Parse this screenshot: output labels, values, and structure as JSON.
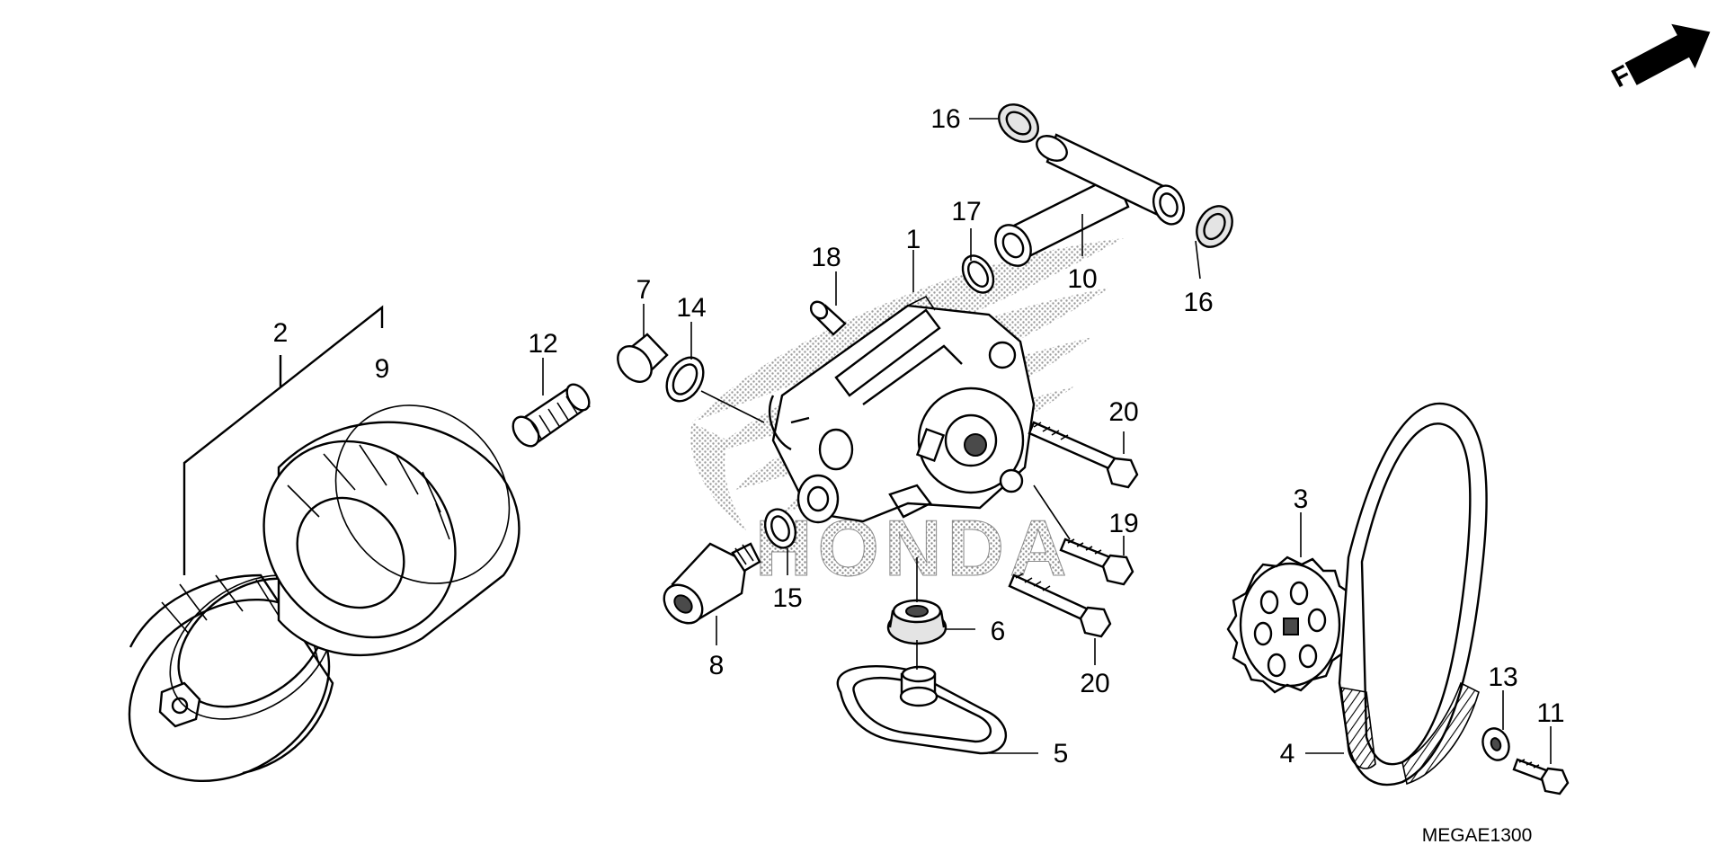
{
  "diagram": {
    "watermark_text": "HONDA",
    "orientation_marker": "FR.",
    "diagram_code": "MEGAE1300",
    "part_labels": {
      "p1": "1",
      "p2": "2",
      "p3": "3",
      "p4": "4",
      "p5": "5",
      "p6": "6",
      "p7": "7",
      "p8": "8",
      "p9": "9",
      "p10": "10",
      "p11": "11",
      "p12": "12",
      "p13": "13",
      "p14": "14",
      "p15": "15",
      "p16a": "16",
      "p16b": "16",
      "p17": "17",
      "p18": "18",
      "p19": "19",
      "p20a": "20",
      "p20b": "20"
    }
  }
}
